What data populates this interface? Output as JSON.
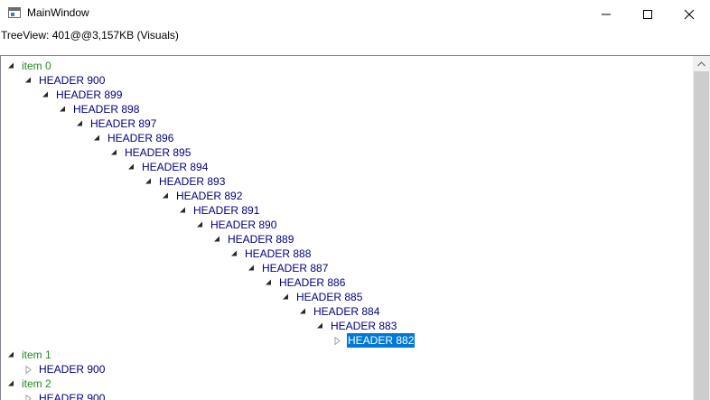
{
  "window": {
    "title": "MainWindow",
    "icon": "app-window-icon",
    "buttons": {
      "minimize": "minimize-icon",
      "maximize": "maximize-icon",
      "close": "close-icon"
    }
  },
  "status": {
    "text": "TreeView: 401@@3,157KB (Visuals)"
  },
  "colors": {
    "root": "#228b22",
    "header": "#000080",
    "selection": "#0078d7"
  },
  "tree": {
    "nodes": [
      {
        "label": "item 0",
        "kind": "root",
        "expanded": true
      },
      {
        "label": "HEADER 900",
        "expanded": true
      },
      {
        "label": "HEADER 899",
        "expanded": true
      },
      {
        "label": "HEADER 898",
        "expanded": true
      },
      {
        "label": "HEADER 897",
        "expanded": true
      },
      {
        "label": "HEADER 896",
        "expanded": true
      },
      {
        "label": "HEADER 895",
        "expanded": true
      },
      {
        "label": "HEADER 894",
        "expanded": true
      },
      {
        "label": "HEADER 893",
        "expanded": true
      },
      {
        "label": "HEADER 892",
        "expanded": true
      },
      {
        "label": "HEADER 891",
        "expanded": true
      },
      {
        "label": "HEADER 890",
        "expanded": true
      },
      {
        "label": "HEADER 889",
        "expanded": true
      },
      {
        "label": "HEADER 888",
        "expanded": true
      },
      {
        "label": "HEADER 887",
        "expanded": true
      },
      {
        "label": "HEADER 886",
        "expanded": true
      },
      {
        "label": "HEADER 885",
        "expanded": true
      },
      {
        "label": "HEADER 884",
        "expanded": true
      },
      {
        "label": "HEADER 883",
        "expanded": true
      },
      {
        "label": "HEADER 882",
        "expanded": false,
        "selected": true
      },
      {
        "label": "item 1",
        "kind": "root",
        "expanded": true
      },
      {
        "label": "HEADER 900",
        "expanded": false
      },
      {
        "label": "item 2",
        "kind": "root",
        "expanded": true
      },
      {
        "label": "HEADER 900",
        "expanded": false
      }
    ]
  }
}
